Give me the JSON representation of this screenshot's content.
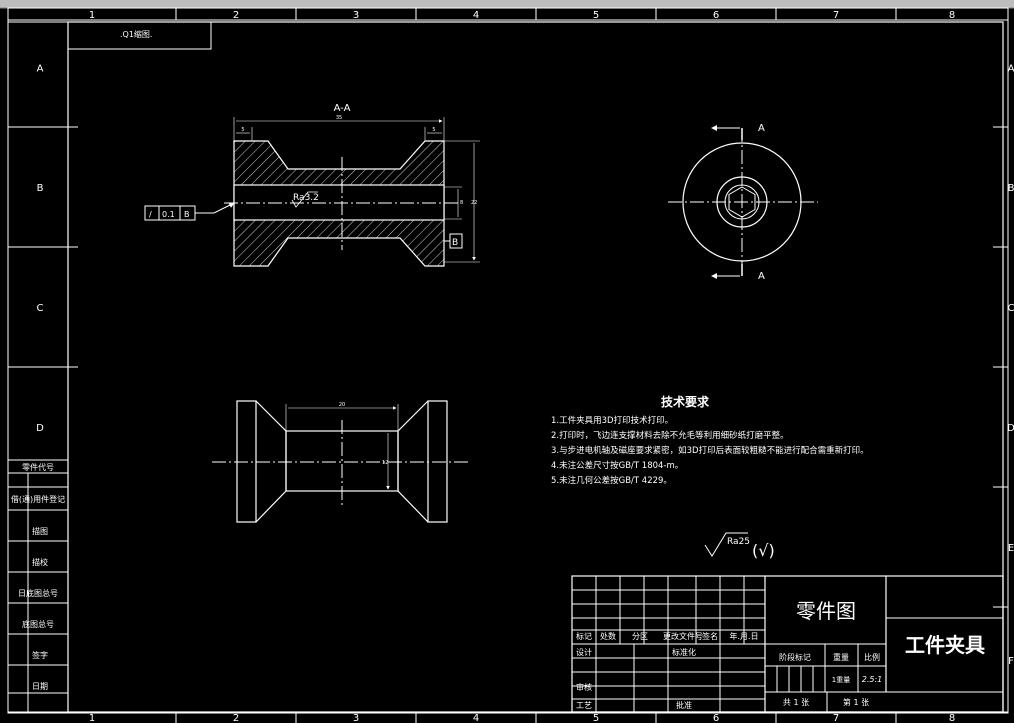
{
  "top_zone_numbers": [
    "1",
    "2",
    "3",
    "4",
    "5",
    "6",
    "7",
    "8"
  ],
  "bottom_zone_numbers": [
    "1",
    "2",
    "3",
    "4",
    "5",
    "6",
    "7",
    "8"
  ],
  "left_zone_letters": [
    "A",
    "B",
    "C",
    "D"
  ],
  "right_zone_letters": [
    "A",
    "B",
    "C",
    "D",
    "E",
    "F"
  ],
  "top_left_box": ".Q1缩图.",
  "side_column": [
    "零件代号",
    "借(通)用件登记",
    "描图",
    "描校",
    "日底图总号",
    "底图总号",
    "签字",
    "日期"
  ],
  "section_view": {
    "title": "A-A",
    "dim_total": "35",
    "dim_left": "5",
    "dim_right": "5",
    "dim_right_height": "22",
    "dim_right_small": "8",
    "roughness": "Ra3.2",
    "tolerance_symbol": "/",
    "tolerance_value": "0.1",
    "tolerance_datum": "B",
    "datum_label": "B"
  },
  "end_view": {
    "section_label_top": "A",
    "section_label_bottom": "A"
  },
  "bottom_view": {
    "dim_width": "20",
    "dim_height": "12"
  },
  "tech_requirements": {
    "title": "技术要求",
    "items": [
      "1.工件夹具用3D打印技术打印。",
      "2.打印时，飞边连支撑材料去除不允毛等利用细砂纸打磨平整。",
      "3.与步进电机轴及磁座要求紧密，如3D打印后表面较粗糙不能进行配合需重新打印。",
      "4.未注公差尺寸按GB/T 1804-m。",
      "5.未注几何公差按GB/T 4229。"
    ]
  },
  "overall_roughness": "Ra25",
  "overall_roughness_paren": "(√)",
  "title_block": {
    "headers": [
      "标记",
      "处数",
      "分区",
      "更改文件号",
      "签名",
      "年.月.日"
    ],
    "row_design": "设计",
    "row_standard": "标准化",
    "row_review": "审核",
    "row_process": "工艺",
    "row_approve": "批准",
    "drawing_type": "零件图",
    "part_name": "工件夹具",
    "stage_mark": "阶段标记",
    "weight": "重量",
    "scale": "比例",
    "weight_value": "1重量",
    "scale_value": "2.5:1",
    "total_sheets": "共 1 张",
    "sheet_no": "第 1 张"
  }
}
